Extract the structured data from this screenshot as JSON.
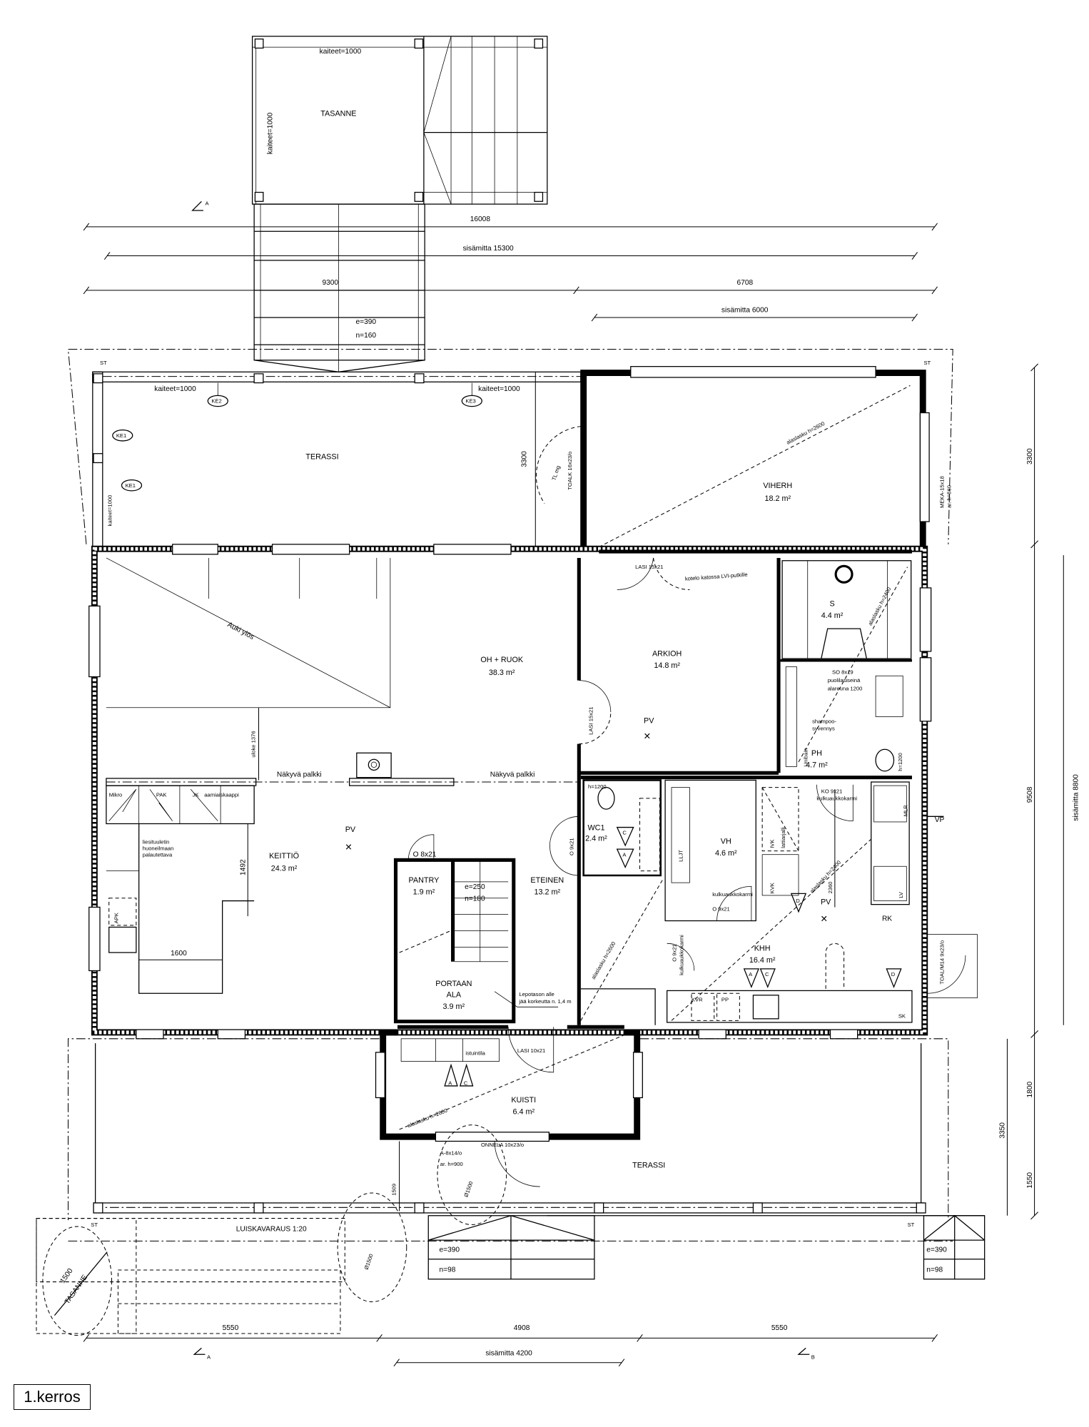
{
  "drawing_title": "1.kerros",
  "upper_landing": {
    "name": "TASANNE",
    "railing_top": "kaiteet=1000",
    "railing_side": "kaiteet=1000",
    "stair_e": "e=390",
    "stair_n": "n=160",
    "section_mark": "A"
  },
  "dimensions_top": {
    "total": "16008",
    "inner": "sisämitta 15300",
    "left": "9300",
    "right": "6708",
    "right_inner": "sisämitta 6000"
  },
  "top_terrace": {
    "name": "TERASSI",
    "railing_a": "kaiteet=1000",
    "railing_b": "kaiteet=1000",
    "railing_side": "kaiteet=1000",
    "ke2": "KE2",
    "ke3": "KE3",
    "ke1a": "KE1",
    "ke1b": "KE1",
    "st_left": "ST",
    "st_right": "ST",
    "dim": "3300",
    "door": "TL mg",
    "door2": "TOALK 16x23/o"
  },
  "viherh": {
    "name": "VIHERH",
    "area": "18.2 m²",
    "ceiling": "alaslasku h=2600",
    "window": "MEKA-15x18",
    "window2": "ar. h=560"
  },
  "rooms": {
    "oh": {
      "name": "OH + RUOK",
      "area": "38.3 m²",
      "open": "Auki ylös",
      "overhang": "uloke 1376",
      "beam_a": "Näkyvä palkki",
      "beam_b": "Näkyvä palkki"
    },
    "keittio": {
      "name": "KEITTIÖ",
      "area": "24.3 m²",
      "pv": "PV",
      "mikro": "Mikro",
      "pak": "PAK",
      "jk": "JK",
      "cabinet": "aamiaiskaappi",
      "hood1": "liesituuletin",
      "hood2": "huoneilmaan",
      "hood3": "palautettava",
      "apk": "APK",
      "dim_a": "1492",
      "dim_b": "1600"
    },
    "pantry": {
      "name": "PANTRY",
      "area": "1.9 m²",
      "door": "O 8x21"
    },
    "stair": {
      "e": "e=250",
      "n": "n=180"
    },
    "portaan_ala": {
      "name1": "PORTAAN",
      "name2": "ALA",
      "area": "3.9 m²",
      "note1": "Lepotason alle",
      "note2": "jää korkeutta n. 1,4 m"
    },
    "eteinen": {
      "name": "ETEINEN",
      "area": "13.2 m²",
      "ceiling": "alaslasku h=2600"
    },
    "arkioh": {
      "name": "ARKIOH",
      "area": "14.8 m²",
      "pv": "PV",
      "door_a": "LASI 15x21",
      "door_b": "LASI 15x21",
      "duct": "kotelo katossa LVI-putkille"
    },
    "sauna": {
      "name": "S",
      "area": "4.4 m²",
      "ceiling": "alaslasku h=2400"
    },
    "ph": {
      "name": "PH",
      "area": "4.7 m²",
      "door1": "SO 8x19",
      "door2": "puolilasiseinä",
      "door3": "alareuna 1200",
      "shampoo1": "shampoo-",
      "shampoo2": "syvennys",
      "unibain": "Unibain",
      "h": "h=1200"
    },
    "wc1": {
      "name": "WC1",
      "area": "2.4 m²",
      "door": "O 9x21",
      "h": "h=1200",
      "a": "A",
      "c": "C"
    },
    "vh": {
      "name": "VH",
      "area": "4.6 m²",
      "lljt": "LLJT",
      "ivk": "IVK",
      "kvk": "KVK",
      "floor": "lattiarjalli",
      "door1": "kulkuaukkokarmi",
      "door2": "O 9x21"
    },
    "khh": {
      "name": "KHH",
      "area": "16.4 m²",
      "pv": "PV",
      "ko1": "KO 9x21",
      "ko2": "kulkuaukkokarmi",
      "mlr": "MLR",
      "rk": "RK",
      "vp": "VP",
      "lv": "LV",
      "dim": "2360",
      "kvr": "KVR",
      "pp": "PP",
      "sk": "SK",
      "a": "A",
      "c": "C",
      "d1": "D",
      "d2": "D",
      "door": "O 9x21",
      "door2": "kulkuaukkokarmi",
      "ceiling": "alaslasku h=2400",
      "ext_door": "TOAL/M14 9x23/o"
    },
    "kuisti": {
      "name": "KUISTI",
      "area": "6.4 m²",
      "door": "LASI 10x21",
      "seat": "istuintila",
      "a": "A",
      "c": "C",
      "ceiling": "alaslasku h=2600",
      "win1": "A-8x14/o",
      "win2": "ar. h=900",
      "front_door": "ONNELA 10x23/o"
    }
  },
  "bottom_terrace": {
    "name": "TERASSI",
    "st_left": "ST",
    "st_right": "ST",
    "ramp": "LUISKAVARAUS 1:20",
    "landing": "TASANNE",
    "landing_dim": "1500",
    "circle_a": "Ø1500",
    "circle_b": "Ø1500",
    "dim_1509": "1509",
    "steps_e": "e=390",
    "steps_n": "n=98",
    "steps2_e": "e=390",
    "steps2_n": "n=98"
  },
  "dimensions_right": {
    "top": "3300",
    "total": "9508",
    "inner": "sisämitta 8800",
    "bottom_total": "3350",
    "bottom_a": "1800",
    "bottom_b": "1550"
  },
  "dimensions_bottom": {
    "left": "5550",
    "mid": "4908",
    "right": "5550",
    "inner": "sisämitta 4200",
    "section_a": "A",
    "section_b": "B"
  }
}
